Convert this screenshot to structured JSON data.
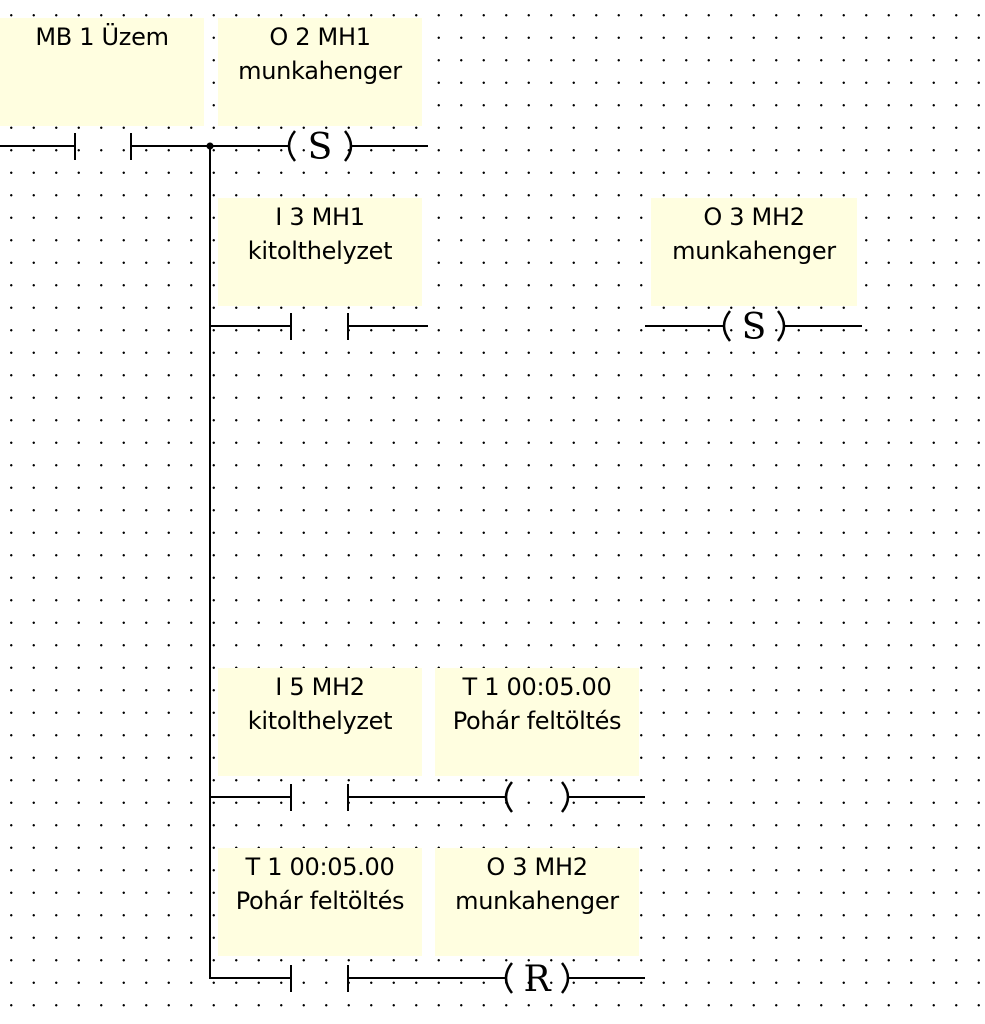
{
  "elements": {
    "contact_mb1": {
      "line1": "MB 1  Üzem",
      "line2": ""
    },
    "coil_o2": {
      "line1": "O 2  MH1",
      "line2": "munkahenger",
      "symbol": "S"
    },
    "contact_i3": {
      "line1": "I 3  MH1",
      "line2": "kitolthelyzet"
    },
    "coil_o3_set": {
      "line1": "O 3  MH2",
      "line2": "munkahenger",
      "symbol": "S"
    },
    "contact_i5": {
      "line1": "I 5  MH2",
      "line2": "kitolthelyzet"
    },
    "coil_t1": {
      "line1": "T 1  00:05.00",
      "line2": "Pohár feltöltés",
      "symbol": ""
    },
    "contact_t1": {
      "line1": "T 1  00:05.00",
      "line2": "Pohár feltöltés"
    },
    "coil_o3_reset": {
      "line1": "O 3  MH2",
      "line2": "munkahenger",
      "symbol": "R"
    }
  },
  "colors": {
    "label_bg": "#fffee0",
    "wire": "#000000",
    "grid_dot": "#000000"
  }
}
